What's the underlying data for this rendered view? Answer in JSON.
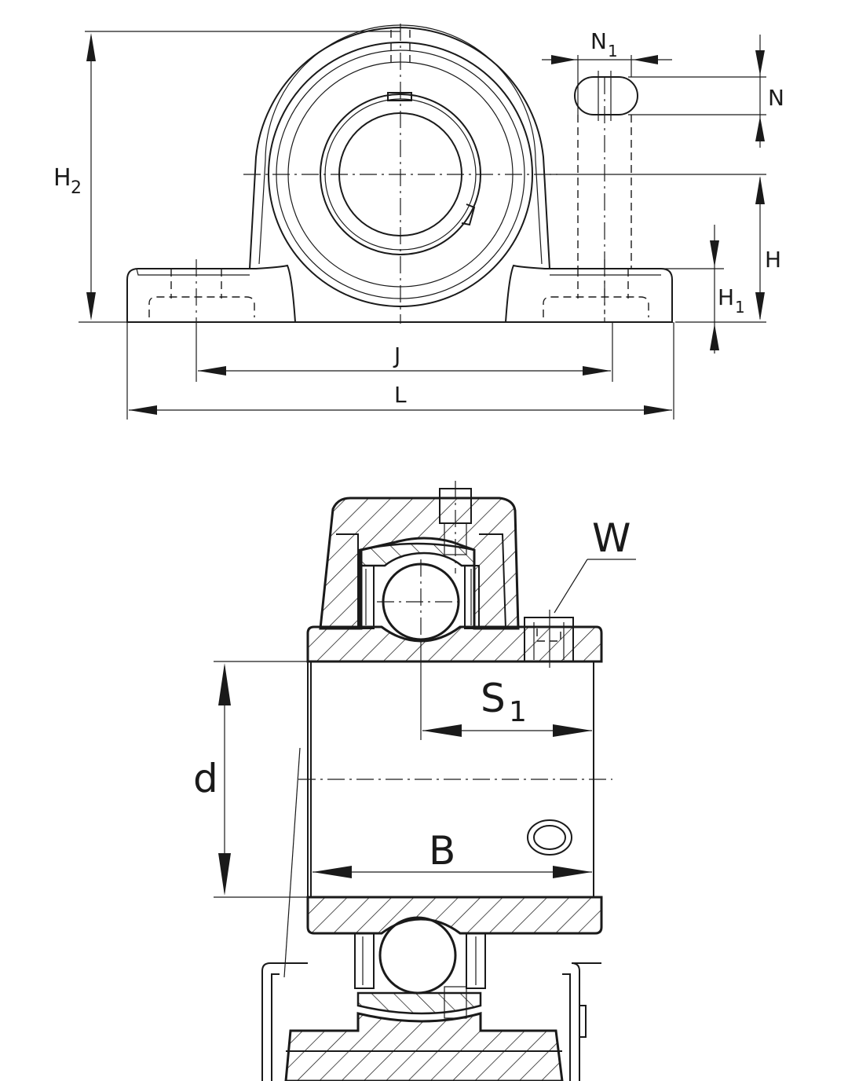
{
  "front_view": {
    "labels": {
      "H2_main": "H",
      "H2_sub": "2",
      "N1_main": "N",
      "N1_sub": "1",
      "N": "N",
      "H": "H",
      "H1_main": "H",
      "H1_sub": "1",
      "J": "J",
      "L": "L"
    }
  },
  "section_view": {
    "labels": {
      "W": "W",
      "S1_main": "S",
      "S1_sub": "1",
      "d": "d",
      "B": "B"
    }
  },
  "colors": {
    "line": "#1a1a1a",
    "background": "#ffffff"
  }
}
